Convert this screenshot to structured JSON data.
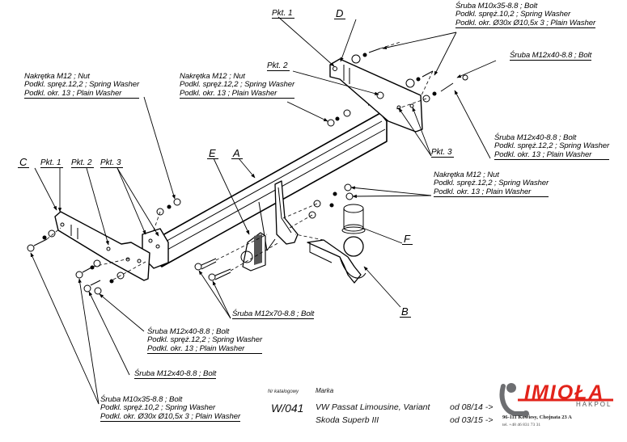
{
  "diagram": {
    "title": "Towbar installation exploded diagram",
    "part_letters": {
      "A": "A",
      "B": "B",
      "C": "C",
      "D": "D",
      "E": "E",
      "F": "F"
    },
    "points": {
      "pkt1_top": "Pkt. 1",
      "pkt2_top": "Pkt. 2",
      "pkt3_right": "Pkt. 3",
      "pkt1_left": "Pkt. 1",
      "pkt2_left": "Pkt. 2",
      "pkt3_left": "Pkt. 3"
    },
    "callouts": {
      "top_right_bolt": [
        "Śruba M10x35-8.8 ;  Bolt",
        "Podkl. spręż.10,2 ; Spring Washer",
        "Podkl. okr.  Ø30x Ø10,5x 3 ; Plain Washer"
      ],
      "top_right_bolt2": [
        "Śruba M12x40-8.8 ;  Bolt"
      ],
      "top_left_nut": [
        "Nakrętka  M12 ; Nut",
        "Podkl. spręż.12,2 ; Spring Washer",
        "Podkl. okr. 13 ; Plain Washer"
      ],
      "mid_nut": [
        "Nakrętka  M12 ; Nut",
        "Podkl. spręż.12,2 ; Spring Washer",
        "Podkl. okr. 13 ; Plain Washer"
      ],
      "right_bolt": [
        "Śruba M12x40-8.8 ;  Bolt",
        "Podkl. spręż.12,2 ; Spring Washer",
        "Podkl. okr. 13 ; Plain Washer"
      ],
      "right_nut": [
        "Nakrętka  M12 ; Nut",
        "Podkl. spręż.12,2 ; Spring Washer",
        "Podkl. okr. 13 ; Plain Washer"
      ],
      "center_bolt": [
        "Śruba M12x70-8.8 ;  Bolt"
      ],
      "left_bolt_a": [
        "Śruba M12x40-8.8 ;  Bolt",
        "Podkl. spręż.12,2 ; Spring Washer",
        "Podkl. okr. 13 ; Plain Washer"
      ],
      "left_bolt_b": [
        "Śruba M12x40-8.8 ;  Bolt"
      ],
      "bottom_bolt": [
        "Śruba M10x35-8.8 ;  Bolt",
        "Podkl. spręż.10,2 ; Spring Washer",
        "Podkl. okr.  Ø30x Ø10,5x 3 ; Plain Washer"
      ]
    }
  },
  "footer": {
    "catalog_label": "Nr katalogowy",
    "catalog_number": "W/041",
    "make_label": "Marka",
    "vehicles": [
      {
        "name": "VW Passat Limousine, Variant",
        "from": "od 08/14 ->"
      },
      {
        "name": "Skoda Superb III",
        "from": "od 03/15 ->"
      }
    ]
  },
  "brand": {
    "name": "IMIOŁA",
    "sub": "HAKPOL",
    "address": "96-111 Kowiesy, Chojnata 23 A",
    "phone": "tel. +48 46 831 73 31",
    "accent_color": "#e2231a",
    "logo_gray": "#6d6e71"
  }
}
